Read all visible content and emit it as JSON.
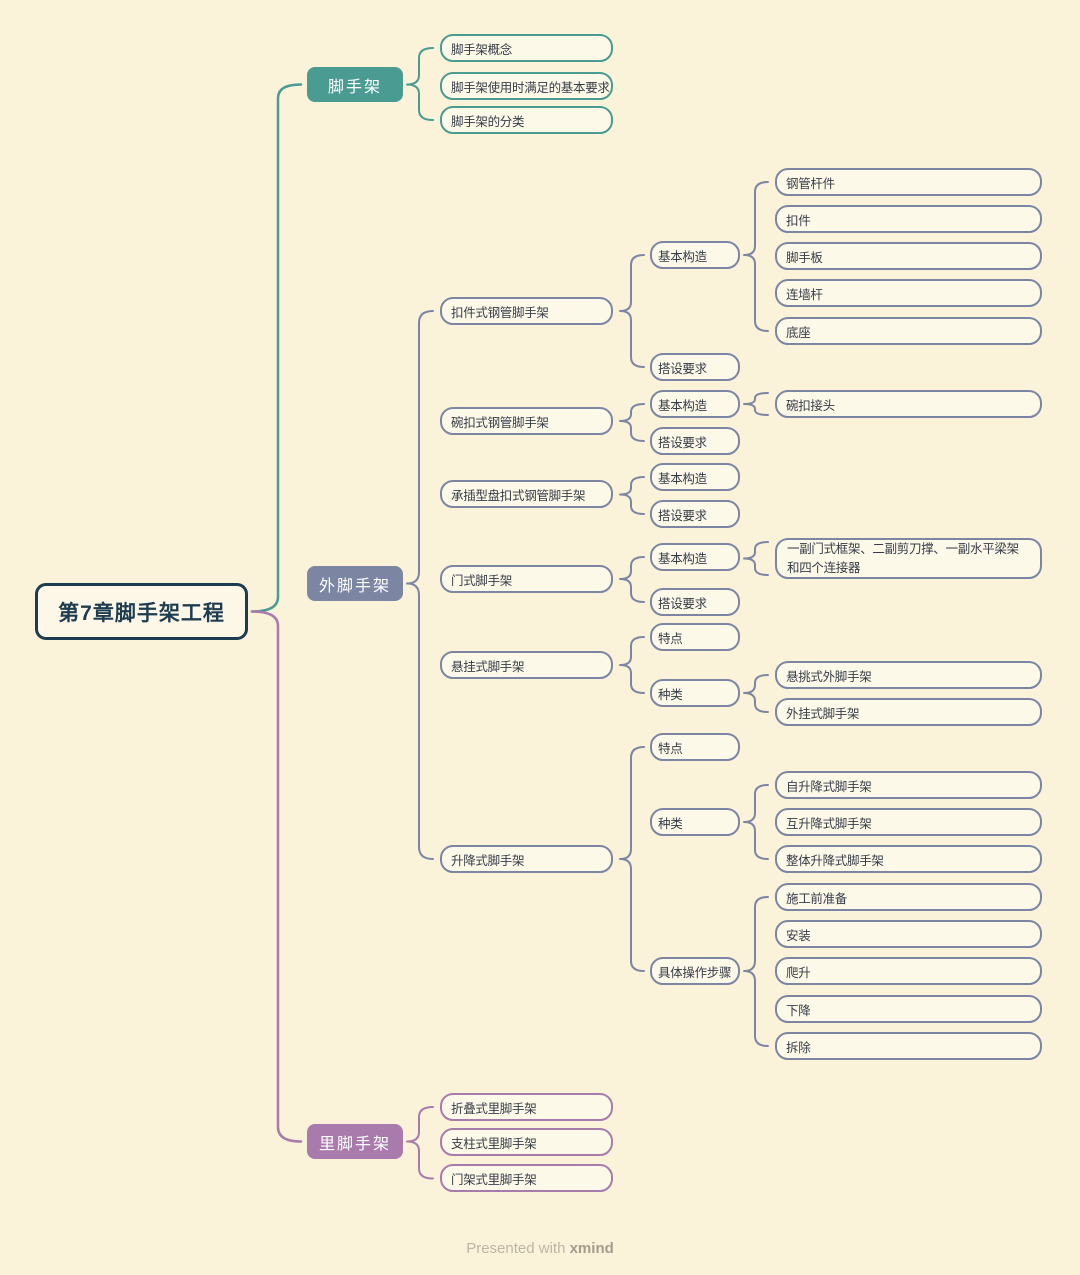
{
  "colors": {
    "background": "#FAF3DA",
    "root_outline": "#1D3C50",
    "branch_teal": "#4A9B91",
    "branch_slate": "#7C86A3",
    "branch_purple": "#A87BAC",
    "box_fill": "#FDF9E9",
    "box_text": "#363C47"
  },
  "mindmap": {
    "root": {
      "label": "第7章脚手架工程"
    },
    "branches": [
      {
        "label": "脚手架",
        "children": [
          {
            "label": "脚手架概念"
          },
          {
            "label": "脚手架使用时满足的基本要求"
          },
          {
            "label": "脚手架的分类"
          }
        ]
      },
      {
        "label": "外脚手架",
        "children": [
          {
            "label": "扣件式钢管脚手架",
            "children": [
              {
                "label": "基本构造",
                "children": [
                  {
                    "label": "钢管杆件"
                  },
                  {
                    "label": "扣件"
                  },
                  {
                    "label": "脚手板"
                  },
                  {
                    "label": "连墙杆"
                  },
                  {
                    "label": "底座"
                  }
                ]
              },
              {
                "label": "搭设要求"
              }
            ]
          },
          {
            "label": "碗扣式钢管脚手架",
            "children": [
              {
                "label": "基本构造",
                "children": [
                  {
                    "label": "碗扣接头"
                  }
                ]
              },
              {
                "label": "搭设要求"
              }
            ]
          },
          {
            "label": "承插型盘扣式钢管脚手架",
            "children": [
              {
                "label": "基本构造"
              },
              {
                "label": "搭设要求"
              }
            ]
          },
          {
            "label": "门式脚手架",
            "children": [
              {
                "label": "基本构造",
                "children": [
                  {
                    "label": "一副门式框架、二副剪刀撑、一副水平梁架和四个连接器"
                  }
                ]
              },
              {
                "label": "搭设要求"
              }
            ]
          },
          {
            "label": "悬挂式脚手架",
            "children": [
              {
                "label": "特点"
              },
              {
                "label": "种类",
                "children": [
                  {
                    "label": "悬挑式外脚手架"
                  },
                  {
                    "label": "外挂式脚手架"
                  }
                ]
              }
            ]
          },
          {
            "label": "升降式脚手架",
            "children": [
              {
                "label": "特点"
              },
              {
                "label": "种类",
                "children": [
                  {
                    "label": "自升降式脚手架"
                  },
                  {
                    "label": "互升降式脚手架"
                  },
                  {
                    "label": "整体升降式脚手架"
                  }
                ]
              },
              {
                "label": "具体操作步骤",
                "children": [
                  {
                    "label": "施工前准备"
                  },
                  {
                    "label": "安装"
                  },
                  {
                    "label": "爬升"
                  },
                  {
                    "label": "下降"
                  },
                  {
                    "label": "拆除"
                  }
                ]
              }
            ]
          }
        ]
      },
      {
        "label": "里脚手架",
        "children": [
          {
            "label": "折叠式里脚手架"
          },
          {
            "label": "支柱式里脚手架"
          },
          {
            "label": "门架式里脚手架"
          }
        ]
      }
    ]
  },
  "footer": {
    "prefix": "Presented with ",
    "brand": "xmind"
  }
}
